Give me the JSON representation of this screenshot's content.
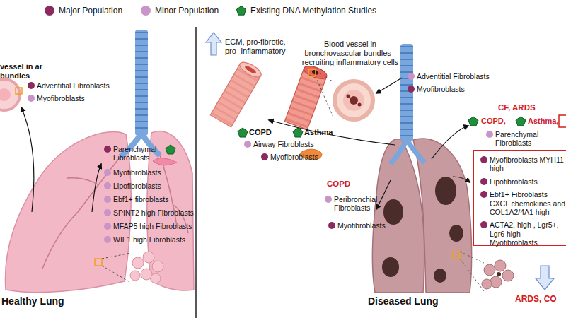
{
  "diagram": {
    "nodes": [
      {
        "text": [
          "Myofibroblasts MYH11 high",
          "Lipofibroblasts",
          "Ebf1+ Fibroblasts CXCL chemokines and COL1A2/4A1 high",
          "ACTA2, high , Lgr5+, Lgr6 high Myofibroblasts"
        ]
      }
    ],
    "labels": [
      "vessel in ar bundles",
      "Adventitial Fibroblasts",
      "Myofibroblasts",
      "Parenchymal Fibroblasts",
      "Myofibroblasts",
      "Lipofibroblasts",
      "Ebf1+ fibroblasts",
      "SPINT2 high Fibroblasts",
      "MFAP5 high Fibroblasts",
      "WIF1 high Fibroblasts",
      "Healthy Lung",
      "ECM, pro-fibrotic, pro- inflammatory",
      "Blood vessel in bronchovascular bundles - recruiting inflammatory cells",
      "Adventitial Fibroblasts",
      "Myofibroblasts",
      "COPD",
      "Asthma",
      "Airway Fibroblasts",
      "Myofibroblasts",
      "COPD",
      "Peribronchial Fibroblasts",
      "Myofibroblasts",
      "CF, ARDS",
      "COPD,",
      "Asthma,",
      "Parenchymal Fibroblasts",
      "ARDS, CO",
      "Diseased Lung"
    ],
    "legend": [
      {
        "text": "Major Population",
        "color": "#8c2a5f"
      },
      {
        "text": "Minor Population",
        "color": "#c994c7"
      },
      {
        "text": "Existing DNA Methylation Studies",
        "color": "#1f8f3a"
      }
    ]
  }
}
